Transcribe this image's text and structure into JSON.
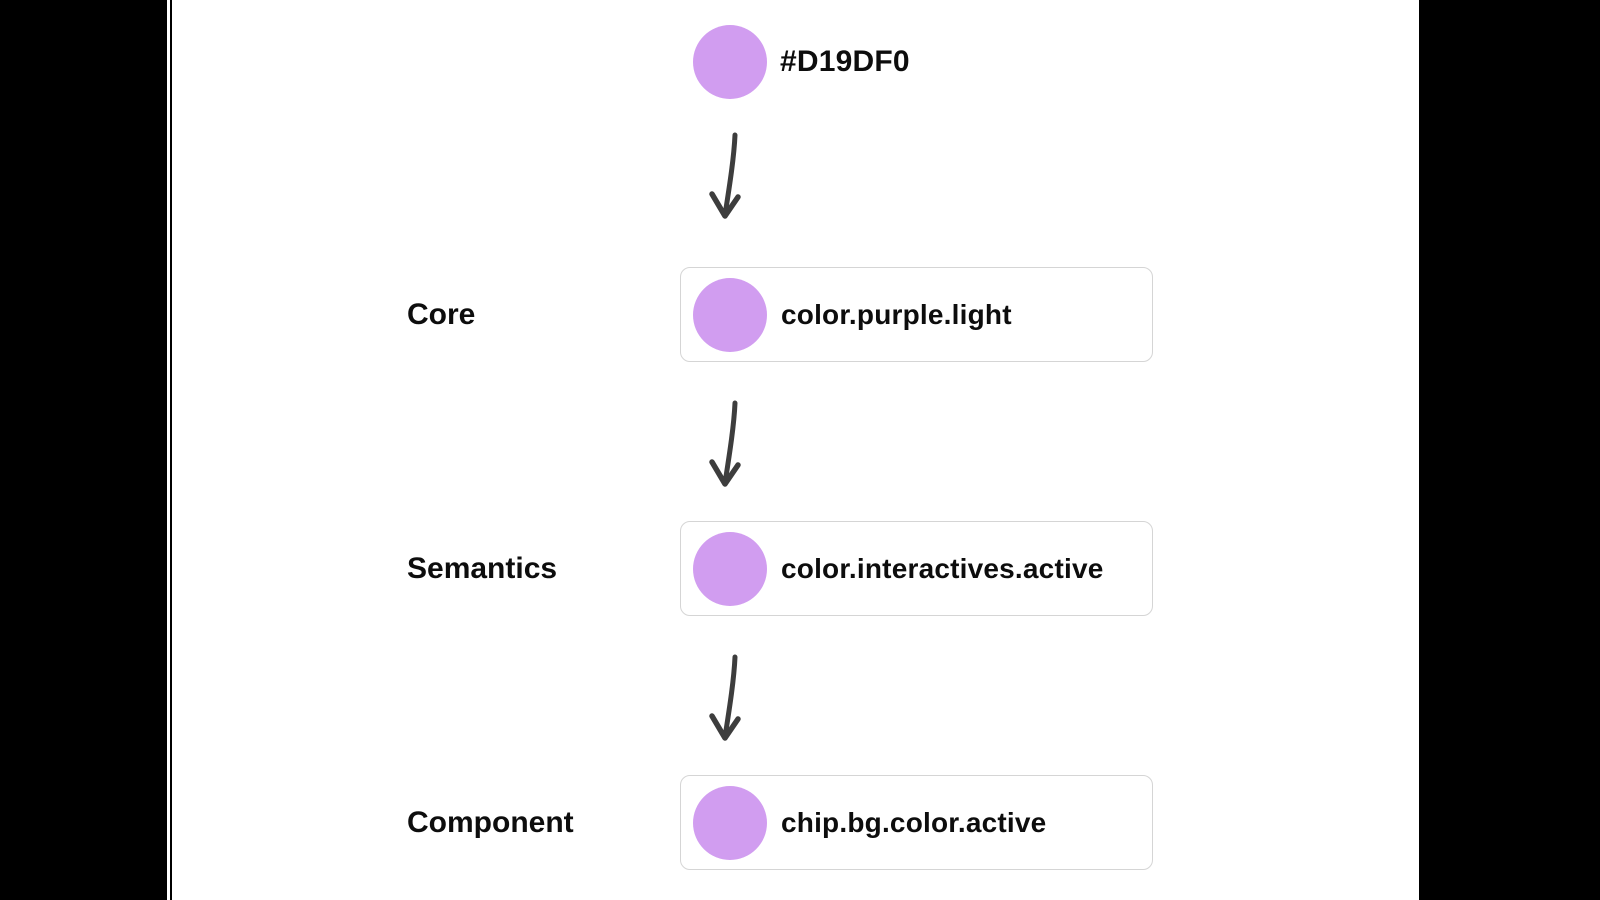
{
  "diagram": {
    "title_hidden": "",
    "swatch": {
      "hex": "#D19DF0"
    },
    "levels": [
      {
        "label": "Core",
        "token": "color.purple.light"
      },
      {
        "label": "Semantics",
        "token": "color.interactives.active"
      },
      {
        "label": "Component",
        "token": "chip.bg.color.active"
      }
    ]
  },
  "colors": {
    "swatch": "#D19DF0",
    "arrow": "#3d3d3d",
    "box_border": "#d5d5d5",
    "canvas_background": "#ffffff",
    "letterbox": "#000000",
    "text": "#0d0d0d"
  }
}
